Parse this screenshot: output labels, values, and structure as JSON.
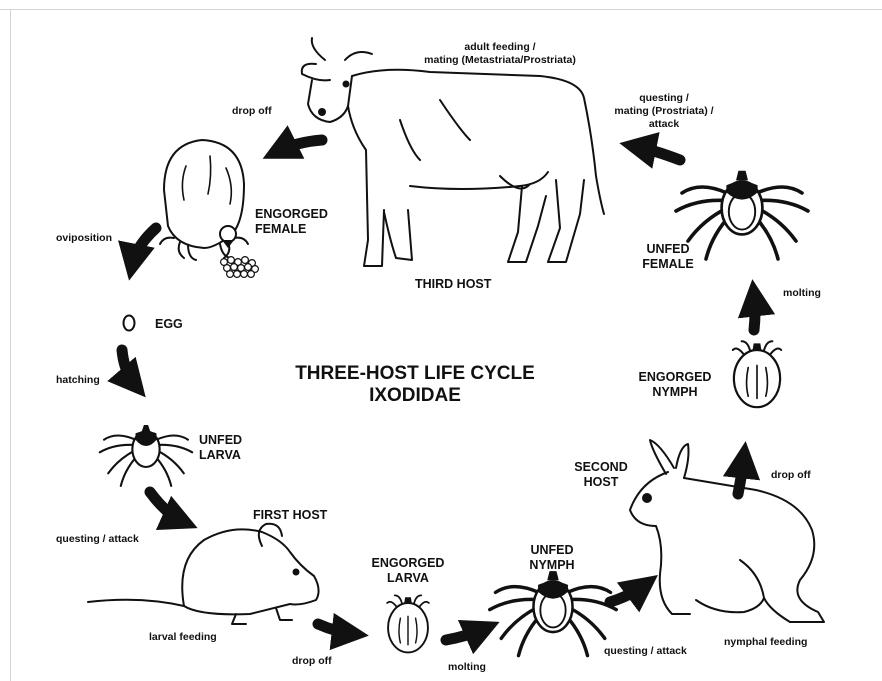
{
  "title": {
    "line1": "THREE-HOST LIFE CYCLE",
    "line2": "IXODIDAE"
  },
  "stages": {
    "third_host": "THIRD HOST",
    "engorged_female": "ENGORGED\nFEMALE",
    "egg": "EGG",
    "unfed_larva": "UNFED\nLARVA",
    "first_host": "FIRST HOST",
    "engorged_larva": "ENGORGED\nLARVA",
    "unfed_nymph": "UNFED\nNYMPH",
    "second_host": "SECOND\nHOST",
    "engorged_nymph": "ENGORGED\nNYMPH",
    "unfed_female": "UNFED\nFEMALE"
  },
  "transitions": {
    "adult_feeding": "adult feeding /\nmating (Metastriata/Prostriata)",
    "drop_off_top": "drop off",
    "oviposition": "oviposition",
    "hatching": "hatching",
    "questing_attack_left": "questing / attack",
    "larval_feeding": "larval feeding",
    "drop_off_bottom": "drop off",
    "molting_bottom": "molting",
    "questing_attack_bottom": "questing / attack",
    "nymphal_feeding": "nymphal feeding",
    "drop_off_right": "drop off",
    "molting_right": "molting",
    "questing_mating_attack": "questing /\nmating (Prostriata) /\nattack"
  }
}
